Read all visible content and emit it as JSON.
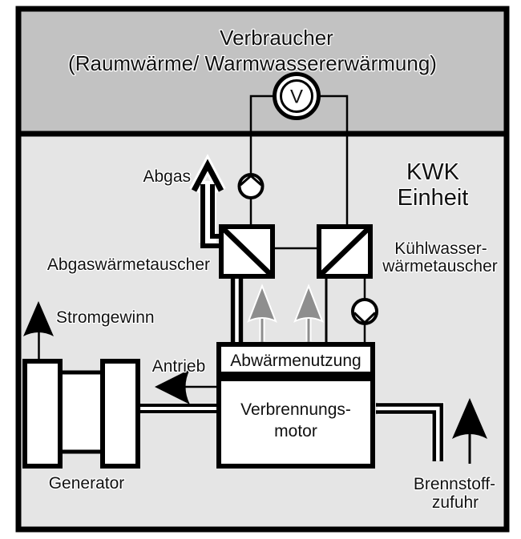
{
  "colors": {
    "band_fill": "#c2c2c2",
    "area_fill": "#e5e5e5",
    "arrow_gray": "#8e8e8e"
  },
  "consumer": {
    "line1": "Verbraucher",
    "line2": "(Raumwärme/ Warmwassererwärmung)"
  },
  "meter": {
    "symbol": "V"
  },
  "kwk_unit": {
    "line1": "KWK",
    "line2": "Einheit"
  },
  "flows": {
    "exhaust": "Abgas",
    "power_gain": "Stromgewinn",
    "drive": "Antrieb",
    "fuel_line1": "Brennstoff-",
    "fuel_line2": "zufuhr"
  },
  "components": {
    "exhaust_hx": "Abgaswärmetauscher",
    "cooling_hx_line1": "Kühlwasser-",
    "cooling_hx_line2": "wärmetauscher",
    "waste_heat": "Abwärmenutzung",
    "engine_line1": "Verbrennungs-",
    "engine_line2": "motor",
    "generator": "Generator"
  }
}
